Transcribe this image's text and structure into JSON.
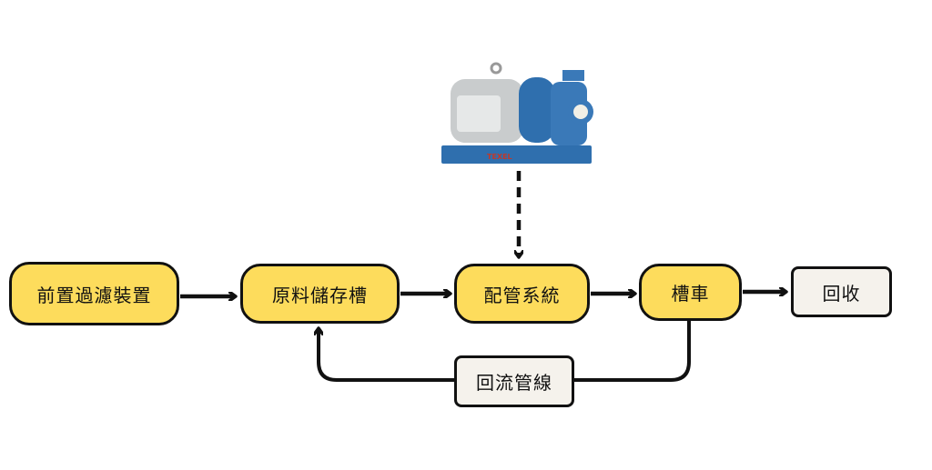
{
  "nodes": {
    "prefilter": "前置過濾裝置",
    "raw_tank": "原料儲存槽",
    "piping": "配管系統",
    "tank_truck": "槽車",
    "recovery": "回收",
    "return_line": "回流管線"
  },
  "pump_image": {
    "logo_text": "TEXEL"
  },
  "colors": {
    "process": "#fddc5c",
    "terminal": "#f5f2ec",
    "stroke": "#111111",
    "pump_blue": "#2f6fae"
  }
}
